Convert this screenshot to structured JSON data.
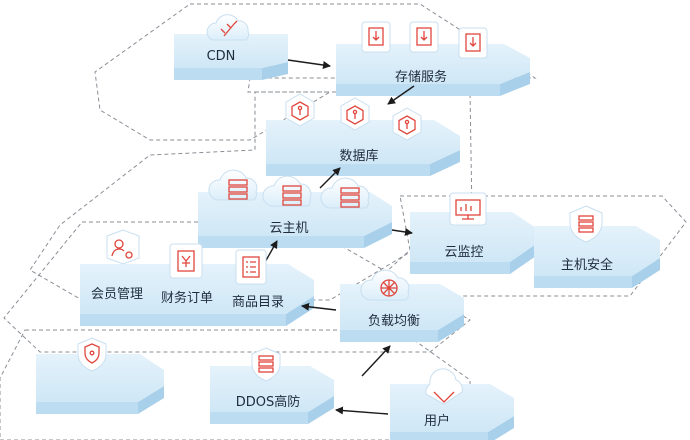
{
  "colors": {
    "accent": "#e0463c",
    "block_top": "#d6ebf8",
    "block_front": "#bcdcf1",
    "block_side": "#a9d0ea",
    "text": "#1f2d3d"
  },
  "nodes": {
    "cdn": "CDN",
    "storage": "存储服务",
    "database": "数据库",
    "cloud_host": "云主机",
    "cloud_monitor": "云监控",
    "host_security": "主机安全",
    "member_mgmt": "会员管理",
    "finance_order": "财务订单",
    "product_catalog": "商品目录",
    "load_balance": "负载均衡",
    "ddos": "DDOS高防",
    "user": "用户"
  },
  "icons": [
    "cdn-plug-icon",
    "document-download-icon",
    "database-key-icon",
    "server-stack-icon",
    "monitor-chart-icon",
    "shield-server-icon",
    "user-gear-icon",
    "yen-receipt-icon",
    "list-checklist-icon",
    "network-web-icon",
    "shield-lock-icon",
    "firewall-server-icon",
    "user-person-icon"
  ]
}
